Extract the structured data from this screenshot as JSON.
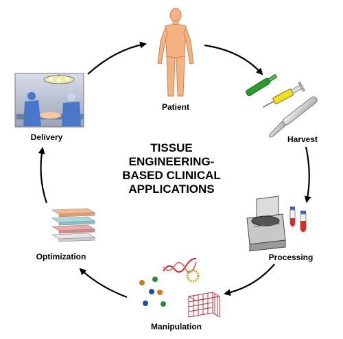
{
  "title_lines": [
    "TISSUE",
    "ENGINEERING-",
    "BASED CLINICAL",
    "APPLICATIONS"
  ],
  "nodes": {
    "patient": "Patient",
    "harvest": "Harvest",
    "processing": "Processing",
    "manipulation": "Manipulation",
    "optimization": "Optimization",
    "delivery": "Delivery"
  },
  "colors": {
    "skin": "#f4b283",
    "skin_outline": "#c98552",
    "arrow": "#000000",
    "scrub_blue": "#4a78c8",
    "tube_red": "#d92a2a",
    "tube_cap": "#3a5fcf",
    "mesh_red": "#b8323a",
    "layer_orange": "#f6b88a",
    "layer_teal": "#a8dbe0",
    "layer_pink": "#f0a8a8",
    "layer_gray": "#e6e6e6"
  }
}
